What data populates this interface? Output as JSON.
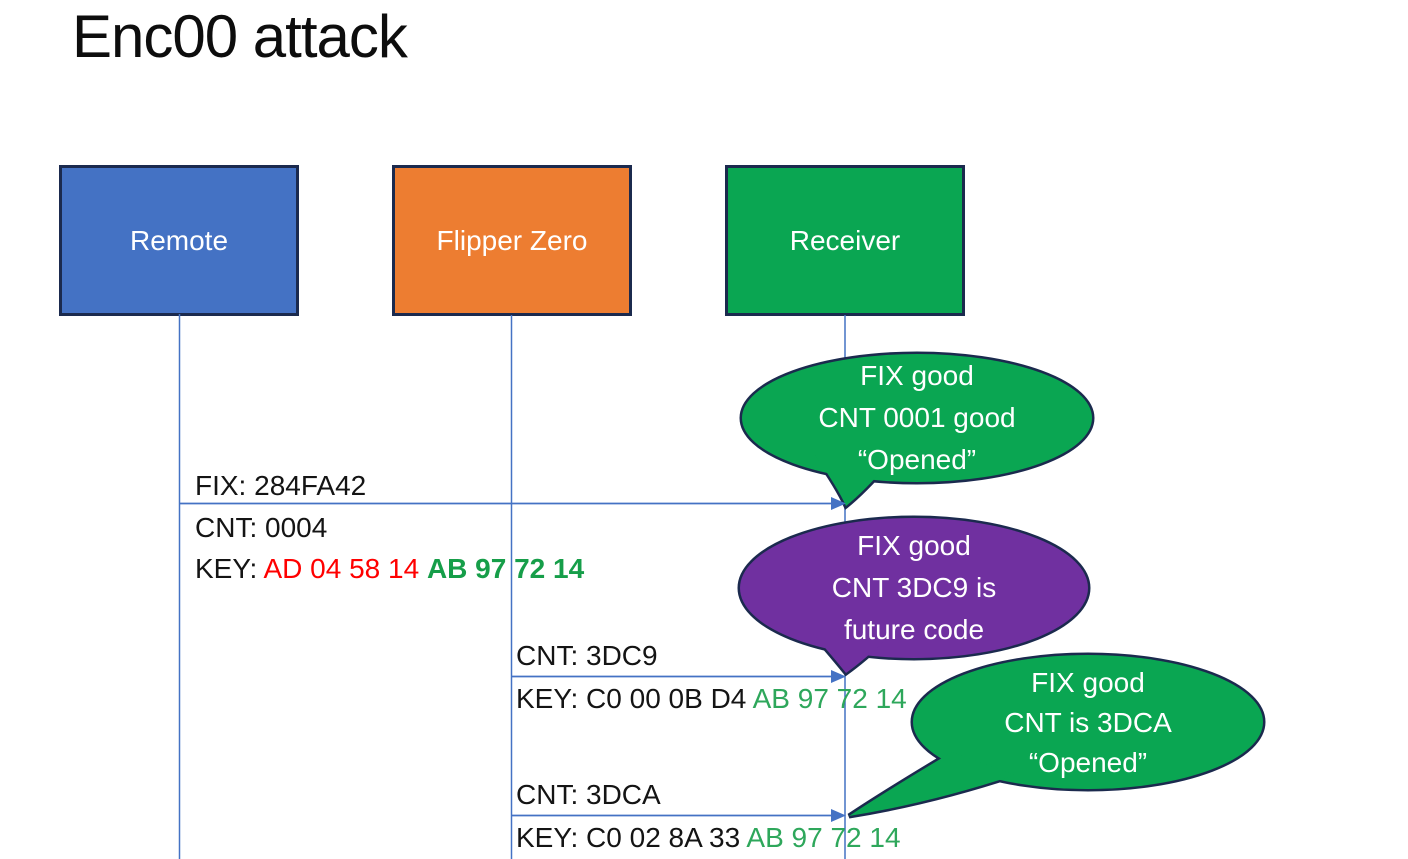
{
  "title": "Enc00 attack",
  "palette": {
    "actor_remote_blue": "#4472C4",
    "actor_flipper_orange": "#ED7D31",
    "actor_receiver_green": "#0AA652",
    "bubble_green": "#0AA652",
    "bubble_purple": "#7030A0",
    "outline_navy": "#1B2A4E",
    "arrow_blue": "#4472C4",
    "key_red": "#FF0000",
    "key_green_bold": "#169E49",
    "key_green": "#2EA75B"
  },
  "actors": [
    {
      "name": "Remote",
      "color": "#4472C4"
    },
    {
      "name": "Flipper Zero",
      "color": "#ED7D31"
    },
    {
      "name": "Receiver",
      "color": "#0AA652"
    }
  ],
  "messages": [
    {
      "from": "Remote",
      "to": "Receiver",
      "fix": "FIX: 284FA42",
      "cnt": "CNT: 0004",
      "key_label": "KEY: ",
      "key_red": "AD 04 58 14 ",
      "key_green": "AB 97 72 14"
    },
    {
      "from": "Flipper Zero",
      "to": "Receiver",
      "cnt": "CNT: 3DC9",
      "key_label": "KEY: ",
      "key_black": "C0 00 0B D4 ",
      "key_green": "AB 97 72 14"
    },
    {
      "from": "Flipper Zero",
      "to": "Receiver",
      "cnt": "CNT: 3DCA",
      "key_label": "KEY: ",
      "key_black": "C0 02 8A 33 ",
      "key_green": "AB 97 72 14"
    }
  ],
  "bubbles": [
    {
      "from": "Receiver",
      "color": "#0AA652",
      "lines": [
        "FIX good",
        "CNT 0001 good",
        "“Opened”"
      ]
    },
    {
      "from": "Receiver",
      "color": "#7030A0",
      "lines": [
        "FIX good",
        "CNT 3DC9 is",
        "future code"
      ]
    },
    {
      "from": "Receiver",
      "color": "#0AA652",
      "lines": [
        "FIX good",
        "CNT is 3DCA",
        "“Opened”"
      ]
    }
  ]
}
